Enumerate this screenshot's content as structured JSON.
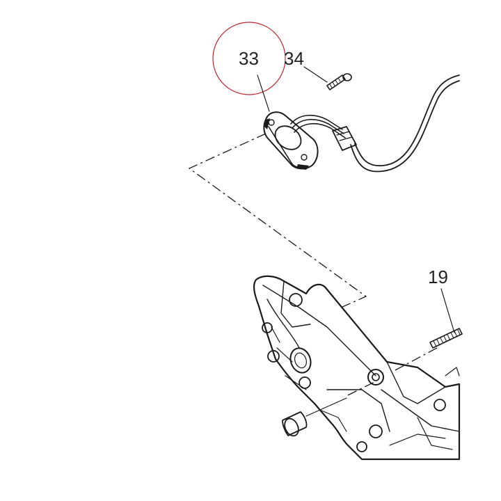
{
  "callouts": {
    "part_33": "33",
    "part_34": "34",
    "part_19": "19"
  },
  "highlight": {
    "color": "#c0272d",
    "target": "33"
  },
  "colors": {
    "ink": "#1a1a1a",
    "background": "#ffffff"
  }
}
